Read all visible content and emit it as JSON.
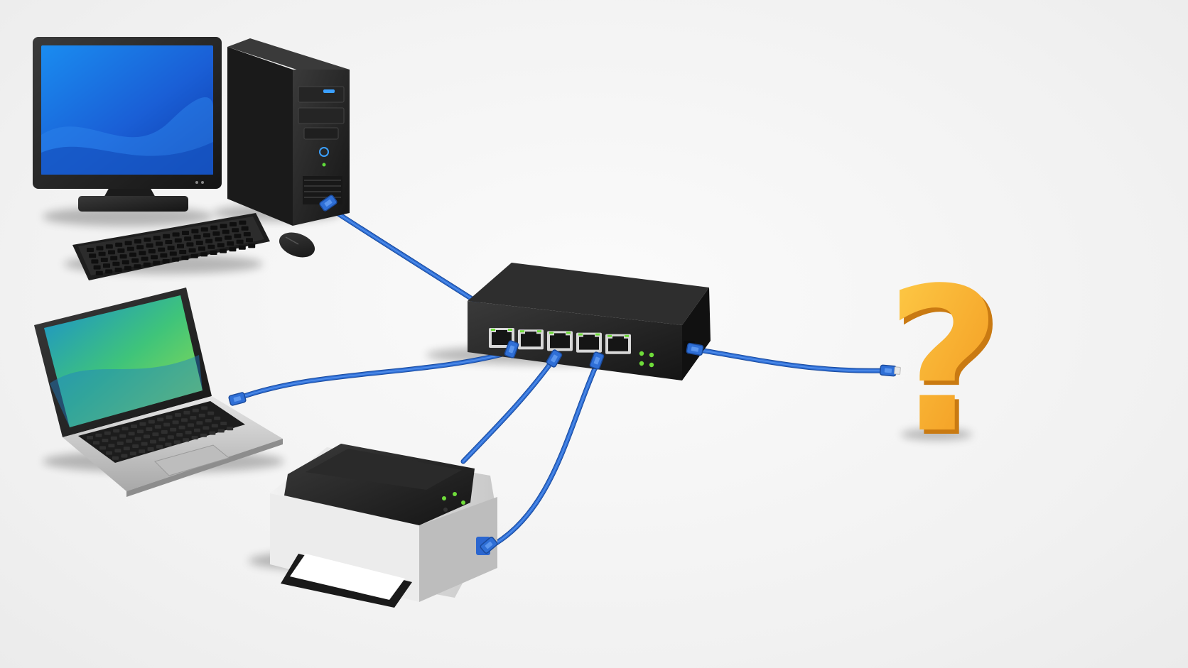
{
  "diagram": {
    "nodes": [
      {
        "id": "desktop",
        "kind": "desktop-computer"
      },
      {
        "id": "laptop",
        "kind": "laptop"
      },
      {
        "id": "printer",
        "kind": "printer"
      },
      {
        "id": "switch",
        "kind": "network-switch",
        "port_count": 5,
        "uplink_port": 1
      },
      {
        "id": "unknown",
        "kind": "question-mark",
        "symbol": "?"
      }
    ],
    "connections": [
      {
        "from": "desktop",
        "to": "switch"
      },
      {
        "from": "laptop",
        "to": "switch"
      },
      {
        "from": "printer",
        "to": "switch"
      },
      {
        "from": "printer",
        "to": "switch"
      },
      {
        "from": "switch",
        "to": "unknown"
      }
    ]
  },
  "colors": {
    "cable": "#2f6fd6",
    "cable_highlight": "#5b96ee",
    "device_dark": "#1e1e1e",
    "port_led": "#6fdc3a",
    "question_mark": "#f5a623",
    "desktop_screen": "#1f63d8",
    "laptop_screen": "#2fb07a"
  }
}
